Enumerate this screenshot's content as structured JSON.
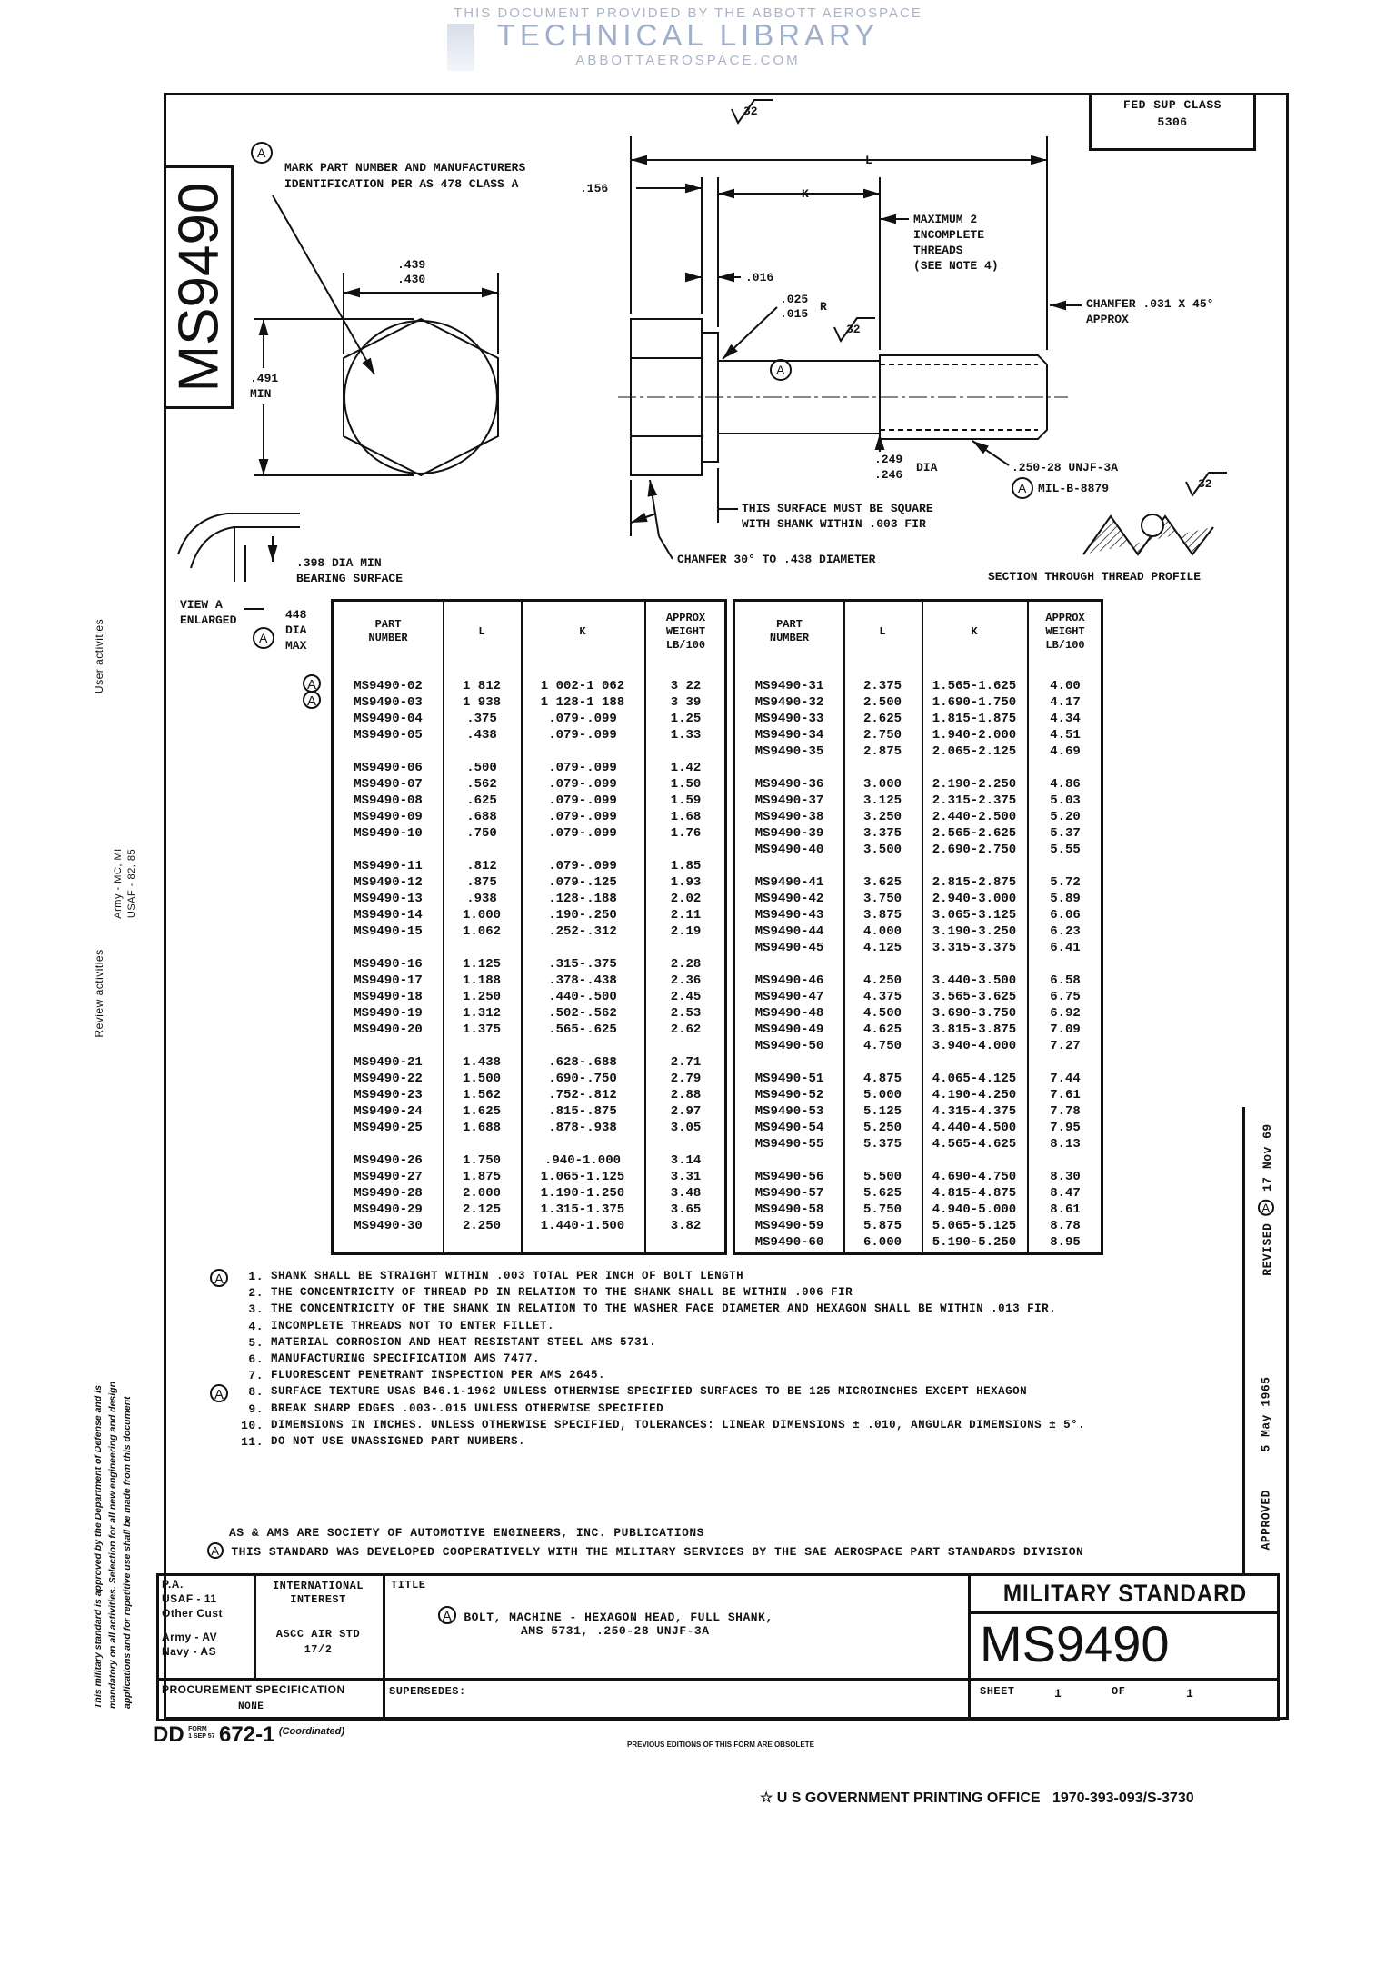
{
  "watermark": {
    "line1": "THIS DOCUMENT PROVIDED BY THE ABBOTT AEROSPACE",
    "line2": "TECHNICAL LIBRARY",
    "line3": "ABBOTTAEROSPACE.COM"
  },
  "doc_number_vertical": "MS9490",
  "fed_sup_class": {
    "label": "FED SUP CLASS",
    "value": "5306"
  },
  "margin": {
    "user_activities": "User activities",
    "review_activities": "Review activities",
    "review_army": "Army - MC, MI",
    "review_usaf": "USAF - 82, 85",
    "approval_lines": [
      "This military standard is approved by the Department of Defense and is",
      "mandatory on all activities. Selection for all new engineering and design",
      "applications and for repetitive use shall be made from this document"
    ]
  },
  "drawing": {
    "revision_mark": "A",
    "mark_note_line1": "MARK PART NUMBER AND MANUFACTURERS",
    "mark_note_line2": "IDENTIFICATION PER AS 478 CLASS A",
    "across_flats_max": ".439",
    "across_flats_min": ".430",
    "across_corners": ".491",
    "across_corners_suffix": "MIN",
    "dim_L": "L",
    "dim_K": "K",
    "head_height": ".156",
    "finish_32": "32",
    "incomplete_threads": [
      "MAXIMUM 2",
      "INCOMPLETE",
      "THREADS",
      "(SEE NOTE 4)"
    ],
    "fillet_offset": ".016",
    "radius_max": ".025",
    "radius_min": ".015",
    "radius_suffix": "R",
    "chamfer_end": [
      "CHAMFER .031 X 45°",
      "APPROX"
    ],
    "shank_dia_max": ".249",
    "shank_dia_min": ".246",
    "shank_dia_suffix": "DIA",
    "thread_spec": ".250-28 UNJF-3A",
    "thread_std": "MIL-B-8879",
    "square_surface": [
      "THIS SURFACE MUST BE SQUARE",
      "WITH SHANK WITHIN .003 FIR"
    ],
    "head_chamfer": "CHAMFER 30° TO .438 DIAMETER",
    "thread_section": "SECTION THROUGH THREAD PROFILE",
    "bearing_surface": [
      ".398 DIA MIN",
      "BEARING SURFACE"
    ],
    "view_a": [
      "VIEW A",
      "ENLARGED"
    ],
    "washer_dia": [
      "448",
      "DIA",
      "MAX"
    ]
  },
  "table": {
    "headers": {
      "part": "PART\nNUMBER",
      "L": "L",
      "K": "K",
      "weight": "APPROX\nWEIGHT\nLB/100"
    },
    "left_groups": [
      [
        [
          "MS9490-02",
          "1 812",
          "1 002-1 062",
          "3 22",
          true
        ],
        [
          "MS9490-03",
          "1 938",
          "1 128-1 188",
          "3 39",
          true
        ],
        [
          "MS9490-04",
          ".375",
          ".079-.099",
          "1.25",
          false
        ],
        [
          "MS9490-05",
          ".438",
          ".079-.099",
          "1.33",
          false
        ]
      ],
      [
        [
          "MS9490-06",
          ".500",
          ".079-.099",
          "1.42",
          false
        ],
        [
          "MS9490-07",
          ".562",
          ".079-.099",
          "1.50",
          false
        ],
        [
          "MS9490-08",
          ".625",
          ".079-.099",
          "1.59",
          false
        ],
        [
          "MS9490-09",
          ".688",
          ".079-.099",
          "1.68",
          false
        ],
        [
          "MS9490-10",
          ".750",
          ".079-.099",
          "1.76",
          false
        ]
      ],
      [
        [
          "MS9490-11",
          ".812",
          ".079-.099",
          "1.85",
          false
        ],
        [
          "MS9490-12",
          ".875",
          ".079-.125",
          "1.93",
          false
        ],
        [
          "MS9490-13",
          ".938",
          ".128-.188",
          "2.02",
          false
        ],
        [
          "MS9490-14",
          "1.000",
          ".190-.250",
          "2.11",
          false
        ],
        [
          "MS9490-15",
          "1.062",
          ".252-.312",
          "2.19",
          false
        ]
      ],
      [
        [
          "MS9490-16",
          "1.125",
          ".315-.375",
          "2.28",
          false
        ],
        [
          "MS9490-17",
          "1.188",
          ".378-.438",
          "2.36",
          false
        ],
        [
          "MS9490-18",
          "1.250",
          ".440-.500",
          "2.45",
          false
        ],
        [
          "MS9490-19",
          "1.312",
          ".502-.562",
          "2.53",
          false
        ],
        [
          "MS9490-20",
          "1.375",
          ".565-.625",
          "2.62",
          false
        ]
      ],
      [
        [
          "MS9490-21",
          "1.438",
          ".628-.688",
          "2.71",
          false
        ],
        [
          "MS9490-22",
          "1.500",
          ".690-.750",
          "2.79",
          false
        ],
        [
          "MS9490-23",
          "1.562",
          ".752-.812",
          "2.88",
          false
        ],
        [
          "MS9490-24",
          "1.625",
          ".815-.875",
          "2.97",
          false
        ],
        [
          "MS9490-25",
          "1.688",
          ".878-.938",
          "3.05",
          false
        ]
      ],
      [
        [
          "MS9490-26",
          "1.750",
          ".940-1.000",
          "3.14",
          false
        ],
        [
          "MS9490-27",
          "1.875",
          "1.065-1.125",
          "3.31",
          false
        ],
        [
          "MS9490-28",
          "2.000",
          "1.190-1.250",
          "3.48",
          false
        ],
        [
          "MS9490-29",
          "2.125",
          "1.315-1.375",
          "3.65",
          false
        ],
        [
          "MS9490-30",
          "2.250",
          "1.440-1.500",
          "3.82",
          false
        ]
      ]
    ],
    "right_groups": [
      [
        [
          "MS9490-31",
          "2.375",
          "1.565-1.625",
          "4.00"
        ],
        [
          "MS9490-32",
          "2.500",
          "1.690-1.750",
          "4.17"
        ],
        [
          "MS9490-33",
          "2.625",
          "1.815-1.875",
          "4.34"
        ],
        [
          "MS9490-34",
          "2.750",
          "1.940-2.000",
          "4.51"
        ],
        [
          "MS9490-35",
          "2.875",
          "2.065-2.125",
          "4.69"
        ]
      ],
      [
        [
          "MS9490-36",
          "3.000",
          "2.190-2.250",
          "4.86"
        ],
        [
          "MS9490-37",
          "3.125",
          "2.315-2.375",
          "5.03"
        ],
        [
          "MS9490-38",
          "3.250",
          "2.440-2.500",
          "5.20"
        ],
        [
          "MS9490-39",
          "3.375",
          "2.565-2.625",
          "5.37"
        ],
        [
          "MS9490-40",
          "3.500",
          "2.690-2.750",
          "5.55"
        ]
      ],
      [
        [
          "MS9490-41",
          "3.625",
          "2.815-2.875",
          "5.72"
        ],
        [
          "MS9490-42",
          "3.750",
          "2.940-3.000",
          "5.89"
        ],
        [
          "MS9490-43",
          "3.875",
          "3.065-3.125",
          "6.06"
        ],
        [
          "MS9490-44",
          "4.000",
          "3.190-3.250",
          "6.23"
        ],
        [
          "MS9490-45",
          "4.125",
          "3.315-3.375",
          "6.41"
        ]
      ],
      [
        [
          "MS9490-46",
          "4.250",
          "3.440-3.500",
          "6.58"
        ],
        [
          "MS9490-47",
          "4.375",
          "3.565-3.625",
          "6.75"
        ],
        [
          "MS9490-48",
          "4.500",
          "3.690-3.750",
          "6.92"
        ],
        [
          "MS9490-49",
          "4.625",
          "3.815-3.875",
          "7.09"
        ],
        [
          "MS9490-50",
          "4.750",
          "3.940-4.000",
          "7.27"
        ]
      ],
      [
        [
          "MS9490-51",
          "4.875",
          "4.065-4.125",
          "7.44"
        ],
        [
          "MS9490-52",
          "5.000",
          "4.190-4.250",
          "7.61"
        ],
        [
          "MS9490-53",
          "5.125",
          "4.315-4.375",
          "7.78"
        ],
        [
          "MS9490-54",
          "5.250",
          "4.440-4.500",
          "7.95"
        ],
        [
          "MS9490-55",
          "5.375",
          "4.565-4.625",
          "8.13"
        ]
      ],
      [
        [
          "MS9490-56",
          "5.500",
          "4.690-4.750",
          "8.30"
        ],
        [
          "MS9490-57",
          "5.625",
          "4.815-4.875",
          "8.47"
        ],
        [
          "MS9490-58",
          "5.750",
          "4.940-5.000",
          "8.61"
        ],
        [
          "MS9490-59",
          "5.875",
          "5.065-5.125",
          "8.78"
        ],
        [
          "MS9490-60",
          "6.000",
          "5.190-5.250",
          "8.95"
        ]
      ]
    ]
  },
  "notes": [
    {
      "num": "1.",
      "text": "SHANK SHALL BE STRAIGHT WITHIN .003 TOTAL PER INCH OF BOLT LENGTH",
      "revised": true
    },
    {
      "num": "2.",
      "text": "THE CONCENTRICITY OF THREAD PD IN RELATION TO THE SHANK SHALL BE WITHIN .006 FIR",
      "revised": false
    },
    {
      "num": "3.",
      "text": "THE CONCENTRICITY OF THE SHANK IN RELATION TO THE WASHER FACE DIAMETER AND HEXAGON SHALL BE WITHIN .013 FIR.",
      "revised": false
    },
    {
      "num": "4.",
      "text": "INCOMPLETE THREADS NOT TO ENTER FILLET.",
      "revised": false
    },
    {
      "num": "5.",
      "text": "MATERIAL  CORROSION AND HEAT RESISTANT STEEL AMS 5731.",
      "revised": false
    },
    {
      "num": "6.",
      "text": "MANUFACTURING SPECIFICATION  AMS 7477.",
      "revised": false
    },
    {
      "num": "7.",
      "text": "FLUORESCENT PENETRANT INSPECTION PER AMS 2645.",
      "revised": false
    },
    {
      "num": "8.",
      "text": "SURFACE TEXTURE  USAS B46.1-1962 UNLESS OTHERWISE SPECIFIED SURFACES TO BE 125 MICROINCHES EXCEPT HEXAGON",
      "revised": true
    },
    {
      "num": "9.",
      "text": "BREAK SHARP EDGES .003-.015 UNLESS OTHERWISE SPECIFIED",
      "revised": false
    },
    {
      "num": "10.",
      "text": "DIMENSIONS IN INCHES.  UNLESS OTHERWISE SPECIFIED,  TOLERANCES: LINEAR DIMENSIONS ± .010, ANGULAR DIMENSIONS ± 5°.",
      "revised": false
    },
    {
      "num": "11.",
      "text": "DO NOT USE UNASSIGNED PART NUMBERS.",
      "revised": false
    }
  ],
  "publications_note": "AS & AMS ARE SOCIETY OF AUTOMOTIVE ENGINEERS, INC. PUBLICATIONS",
  "developed_note": "THIS STANDARD WAS DEVELOPED COOPERATIVELY WITH THE MILITARY SERVICES BY THE SAE AEROSPACE PART STANDARDS DIVISION",
  "revision_strip": {
    "revised_label": "REVISED",
    "revised_mark": "A",
    "revised_date": "17 Nov 69",
    "approved_label": "APPROVED",
    "approved_date": "5 May 1965"
  },
  "title_block": {
    "pa": "P.A.",
    "usaf": "USAF - 11",
    "other_cust": "Other Cust",
    "army": "Army - AV",
    "navy": "Navy - AS",
    "intl_interest": "INTERNATIONAL\nINTEREST",
    "ascc": "ASCC AIR STD\n17/2",
    "title_label": "TITLE",
    "title_line1": "BOLT, MACHINE - HEXAGON HEAD, FULL SHANK,",
    "title_line2": "AMS 5731,  .250-28 UNJF-3A",
    "military_standard": "MILITARY STANDARD",
    "doc_number": "MS9490",
    "procurement_label": "PROCUREMENT SPECIFICATION",
    "procurement_value": "NONE",
    "supersedes_label": "SUPERSEDES:",
    "sheet_label": "SHEET",
    "sheet_num": "1",
    "of_label": "OF",
    "sheet_total": "1"
  },
  "footer": {
    "form_dd": "DD",
    "form_label": "FORM",
    "form_date": "1 SEP 57",
    "form_number": "672-1",
    "form_coord": "(Coordinated)",
    "previous_editions": "PREVIOUS EDITIONS OF THIS FORM ARE OBSOLETE",
    "gpo": "U S GOVERNMENT PRINTING OFFICE",
    "gpo_code": "1970-393-093/S-3730"
  }
}
